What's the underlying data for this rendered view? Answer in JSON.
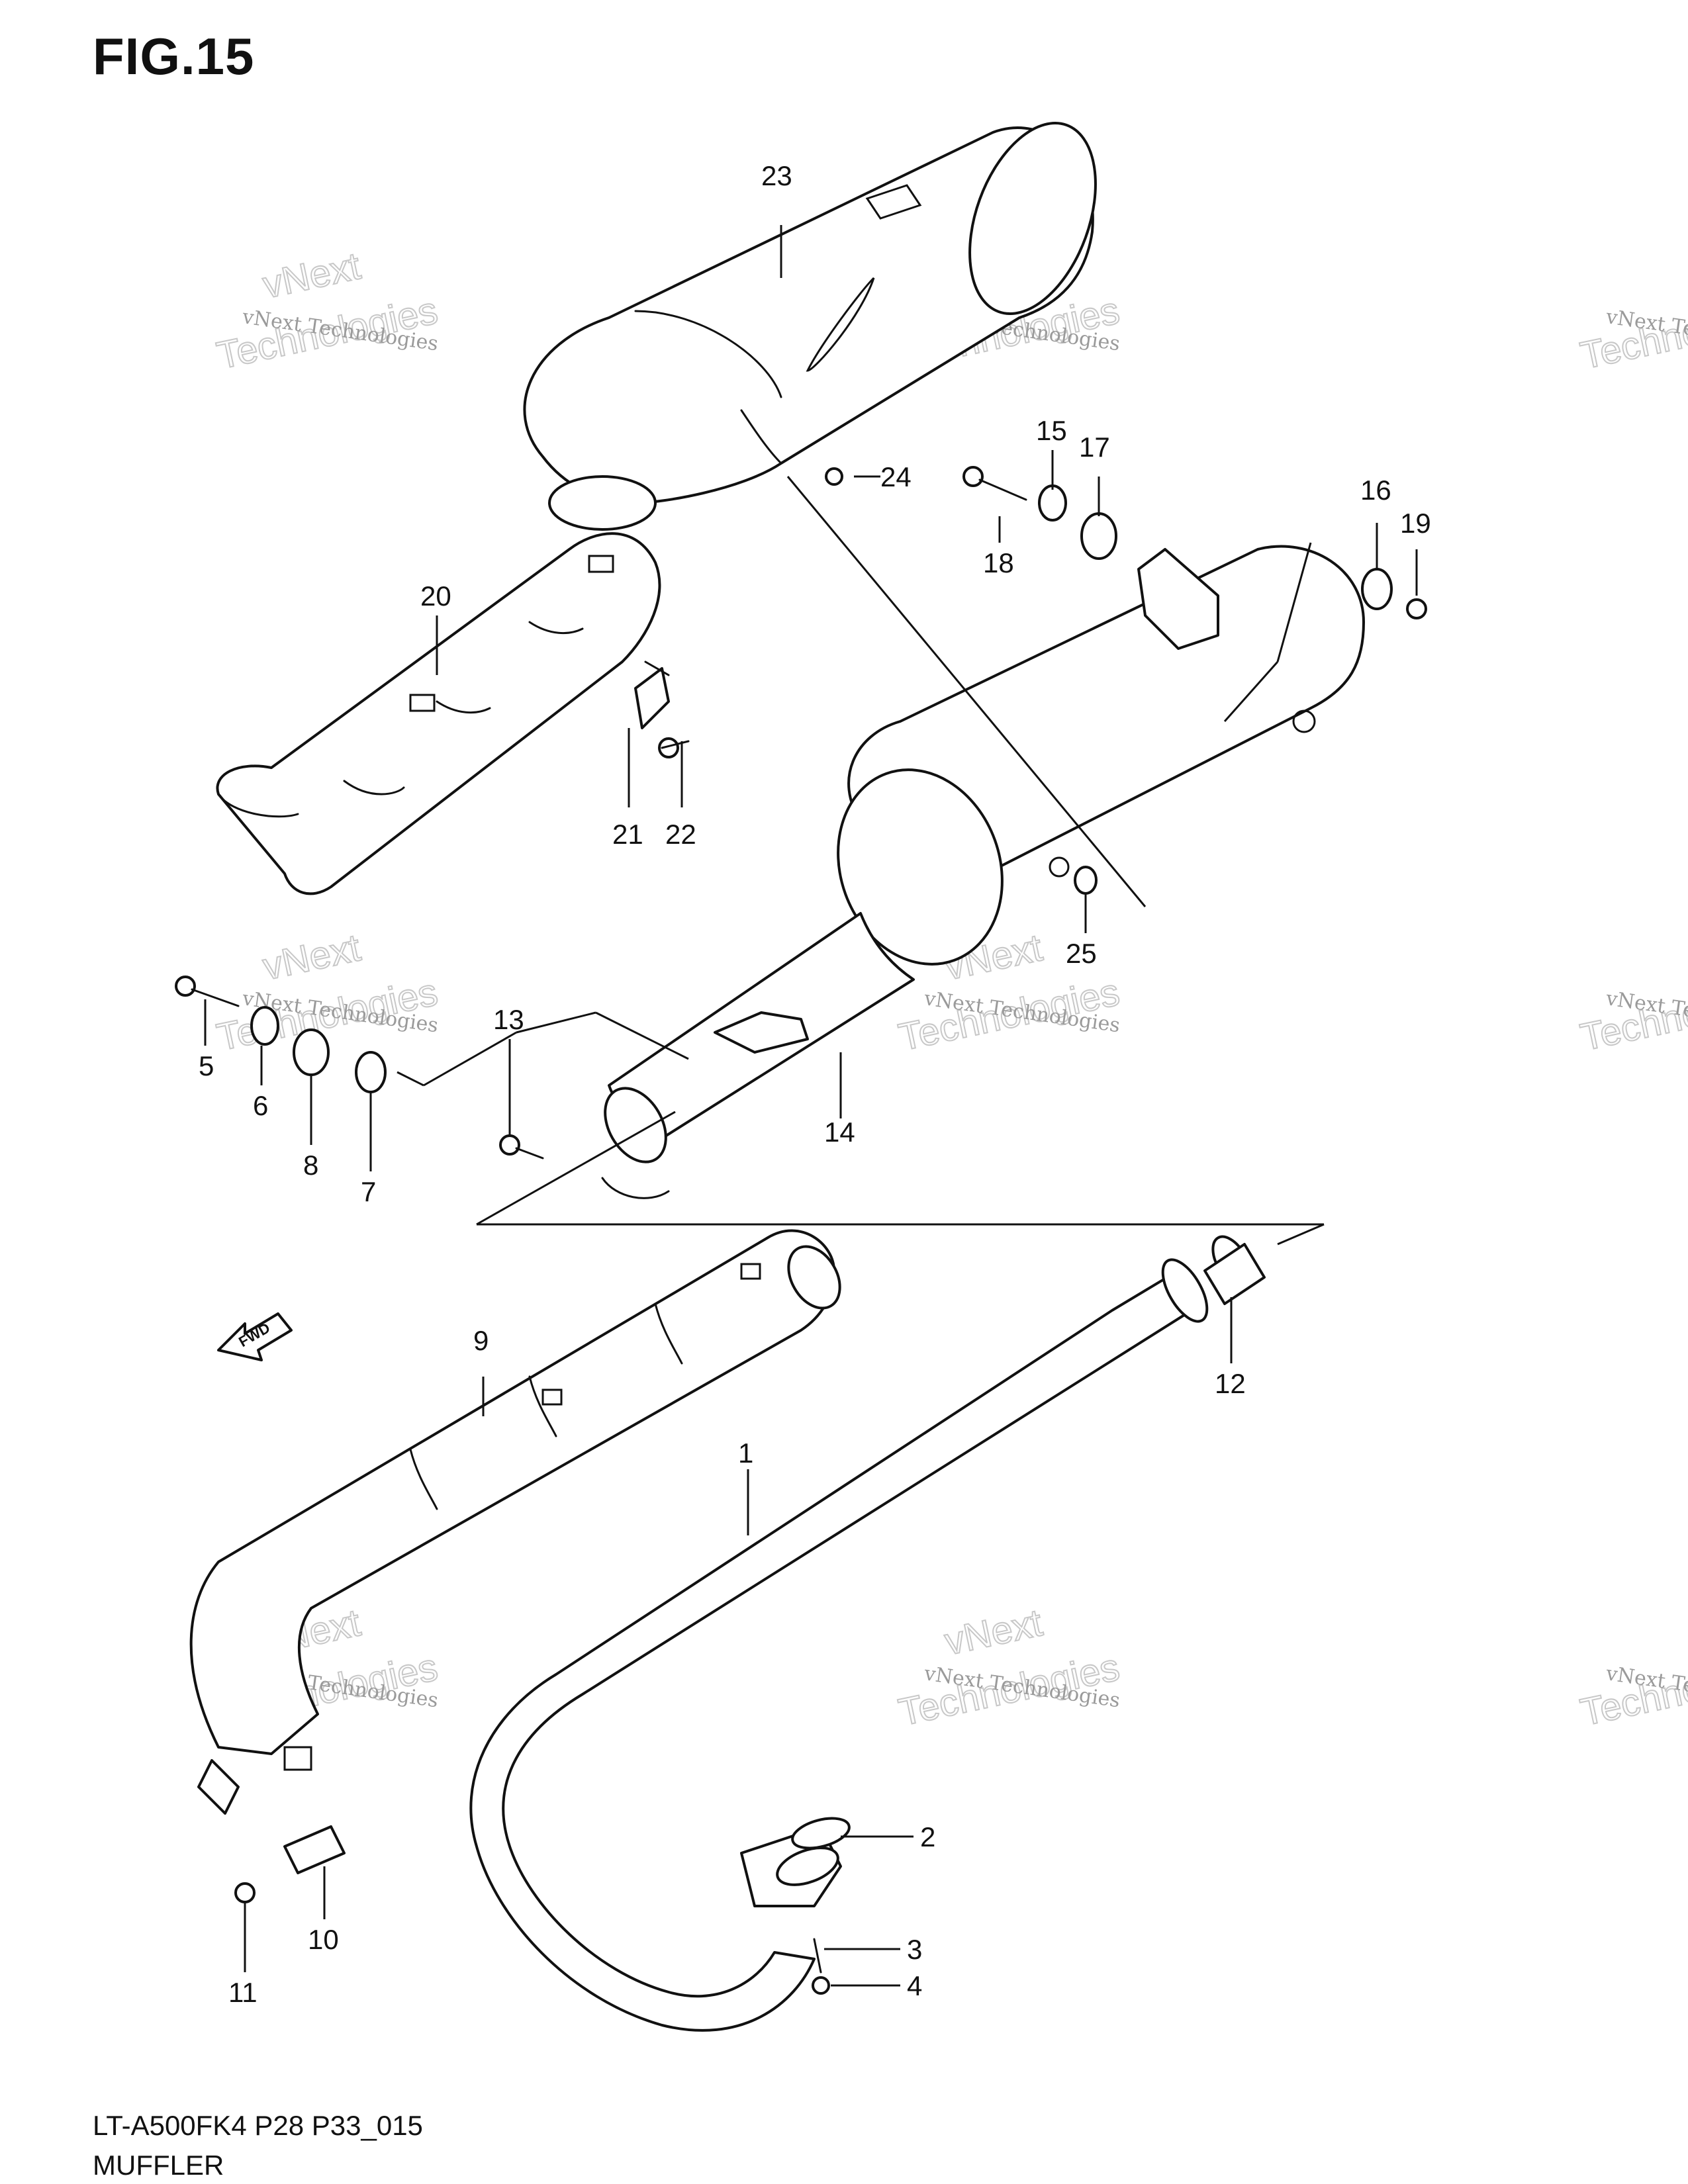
{
  "figure": {
    "title": "FIG.15",
    "model_code": "LT-A500FK4 P28 P33_015",
    "section_name": "MUFFLER"
  },
  "watermark": {
    "line1": "vNext Technologies",
    "line2": "Technologies",
    "line3": "vNext"
  },
  "direction_marker": {
    "label": "FWD",
    "icon": "forward-arrow-icon"
  },
  "callouts": [
    {
      "id": "1",
      "label": "1"
    },
    {
      "id": "2",
      "label": "2"
    },
    {
      "id": "3",
      "label": "3"
    },
    {
      "id": "4",
      "label": "4"
    },
    {
      "id": "5",
      "label": "5"
    },
    {
      "id": "6",
      "label": "6"
    },
    {
      "id": "7",
      "label": "7"
    },
    {
      "id": "8",
      "label": "8"
    },
    {
      "id": "9",
      "label": "9"
    },
    {
      "id": "10",
      "label": "10"
    },
    {
      "id": "11",
      "label": "11"
    },
    {
      "id": "12",
      "label": "12"
    },
    {
      "id": "13",
      "label": "13"
    },
    {
      "id": "14",
      "label": "14"
    },
    {
      "id": "15",
      "label": "15"
    },
    {
      "id": "16",
      "label": "16"
    },
    {
      "id": "17",
      "label": "17"
    },
    {
      "id": "18",
      "label": "18"
    },
    {
      "id": "19",
      "label": "19"
    },
    {
      "id": "20",
      "label": "20"
    },
    {
      "id": "21",
      "label": "21"
    },
    {
      "id": "22",
      "label": "22"
    },
    {
      "id": "23",
      "label": "23"
    },
    {
      "id": "24",
      "label": "24"
    },
    {
      "id": "25",
      "label": "25"
    }
  ]
}
